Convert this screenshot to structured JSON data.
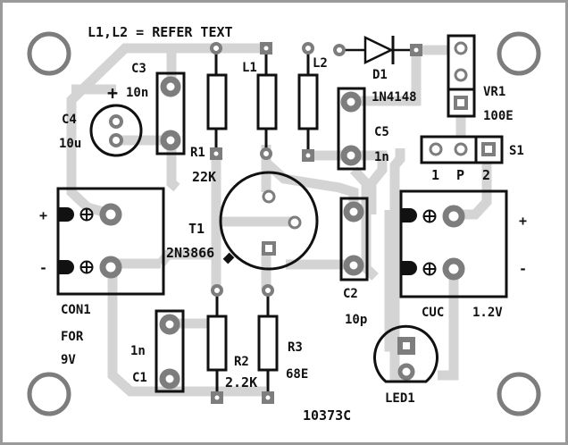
{
  "title_note": "L1,L2 = REFER TEXT",
  "board_id": "10373C",
  "colors": {
    "board_border": "#9a9a9a",
    "trace": "#d4d4d4",
    "pad": "#7d7d7d",
    "outline": "#111111",
    "background": "#ffffff"
  },
  "components": {
    "c3": {
      "ref": "C3",
      "value": "10n"
    },
    "c4": {
      "ref": "C4",
      "value": "10u",
      "polarity": "+"
    },
    "r1": {
      "ref": "R1",
      "value": "22K"
    },
    "l1": {
      "ref": "L1"
    },
    "l2": {
      "ref": "L2"
    },
    "d1": {
      "ref": "D1",
      "value": "1N4148"
    },
    "c5": {
      "ref": "C5",
      "value": "1n"
    },
    "vr1": {
      "ref": "VR1",
      "value": "100E"
    },
    "s1": {
      "ref": "S1",
      "pins": [
        "1",
        "P",
        "2"
      ]
    },
    "t1": {
      "ref": "T1",
      "value": "2N3866"
    },
    "c2": {
      "ref": "C2",
      "value": "10p"
    },
    "c1": {
      "ref": "C1",
      "value": "1n"
    },
    "r2": {
      "ref": "R2",
      "value": "2.2K"
    },
    "r3": {
      "ref": "R3",
      "value": "68E"
    },
    "led1": {
      "ref": "LED1"
    },
    "con1": {
      "ref": "CON1",
      "note_line1": "FOR",
      "note_line2": "9V",
      "plus": "+",
      "minus": "-"
    },
    "cuc": {
      "ref": "CUC",
      "value": "1.2V",
      "plus": "+",
      "minus": "-"
    }
  }
}
